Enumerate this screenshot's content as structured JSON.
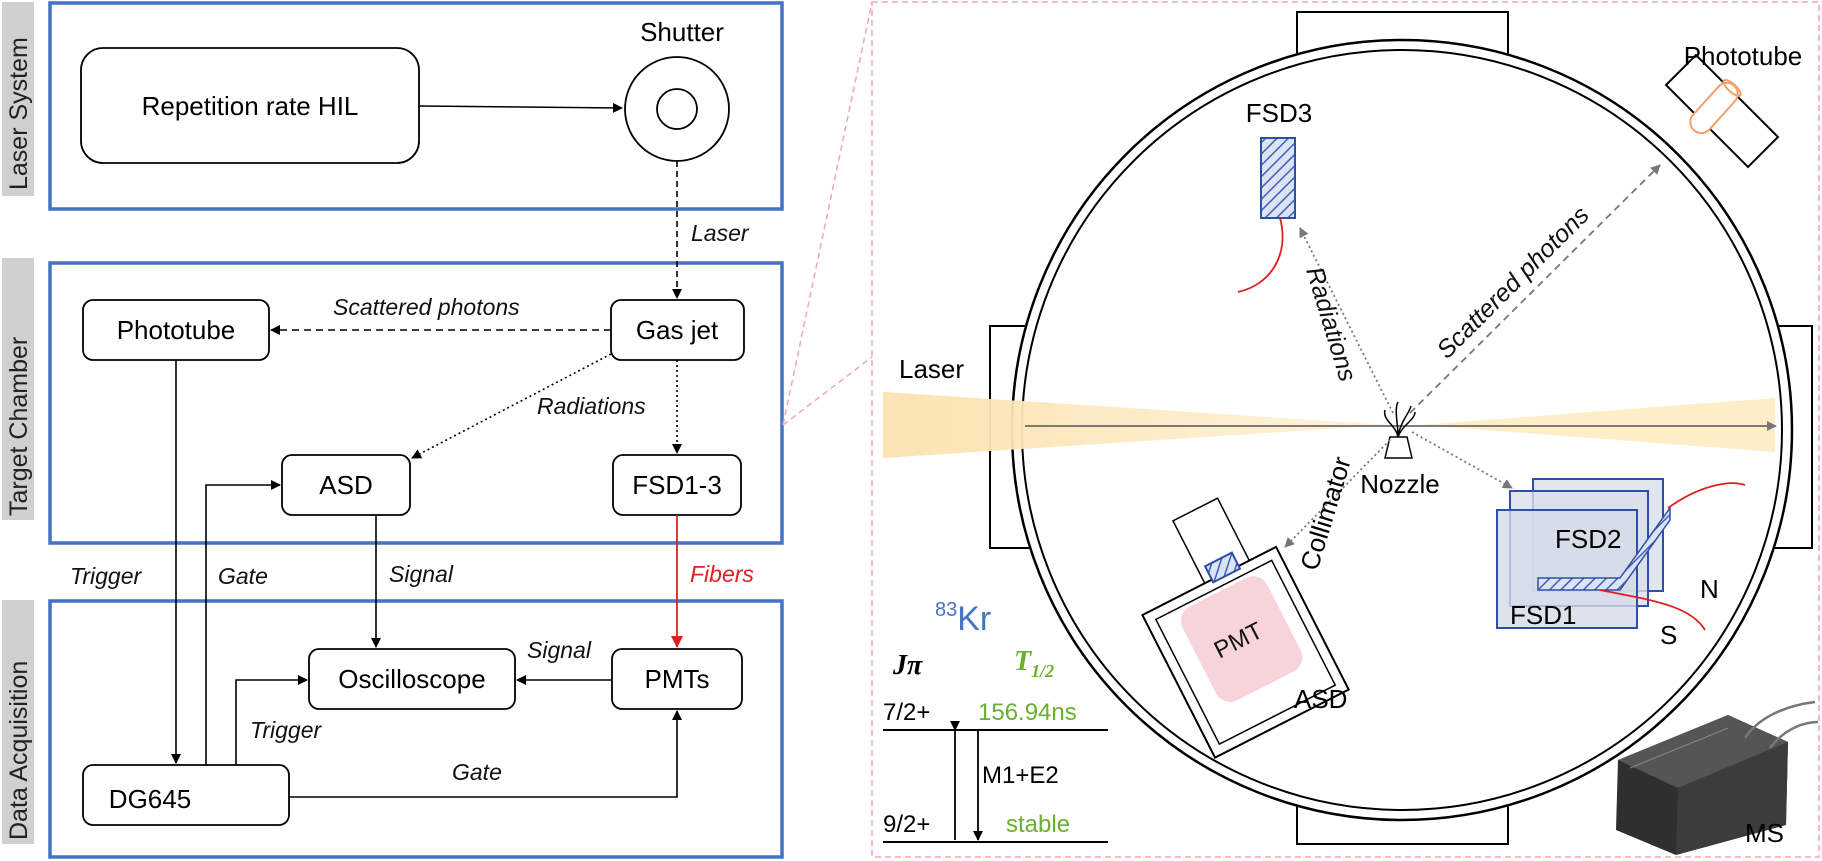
{
  "sections": {
    "laser_system": "Laser System",
    "target_chamber": "Target Chamber",
    "data_acquisition": "Data Acquisition"
  },
  "nodes": {
    "repetition_rate": "Repetition rate HIL",
    "shutter": "Shutter",
    "phototube": "Phototube",
    "gas_jet": "Gas jet",
    "asd": "ASD",
    "fsd": "FSD1-3",
    "oscilloscope": "Oscilloscope",
    "pmts": "PMTs",
    "dg645": "DG645"
  },
  "edges": {
    "laser": "Laser",
    "scattered_photons": "Scattered photons",
    "radiations": "Radiations",
    "trigger1": "Trigger",
    "gate1": "Gate",
    "signal1": "Signal",
    "fibers": "Fibers",
    "signal2": "Signal",
    "trigger2": "Trigger",
    "gate2": "Gate"
  },
  "chamber": {
    "phototube": "Phototube",
    "fsd3": "FSD3",
    "radiations": "Radiations",
    "scattered_photons": "Scattered photons",
    "laser": "Laser",
    "nozzle": "Nozzle",
    "collimator": "Collimator",
    "pmt": "PMT",
    "asd": "ASD",
    "fsd2": "FSD2",
    "fsd1": "FSD1",
    "n": "N",
    "s": "S",
    "ms": "MS"
  },
  "level_scheme": {
    "isotope_mass": "83",
    "isotope_symbol": "Kr",
    "col_jpi": "Jπ",
    "col_t_main": "T",
    "col_t_sub": "1/2",
    "upper_spin": "7/2+",
    "upper_halflife": "156.94ns",
    "transition": "M1+E2",
    "lower_spin": "9/2+",
    "lower_halflife": "stable"
  },
  "colors": {
    "frame_blue": "#4472c4",
    "pink_dash": "#f4a6b4",
    "fiber_red": "#e02020",
    "green": "#6ab030",
    "isotope_blue": "#4472c4",
    "laser_beam": "#fbe7bd"
  }
}
